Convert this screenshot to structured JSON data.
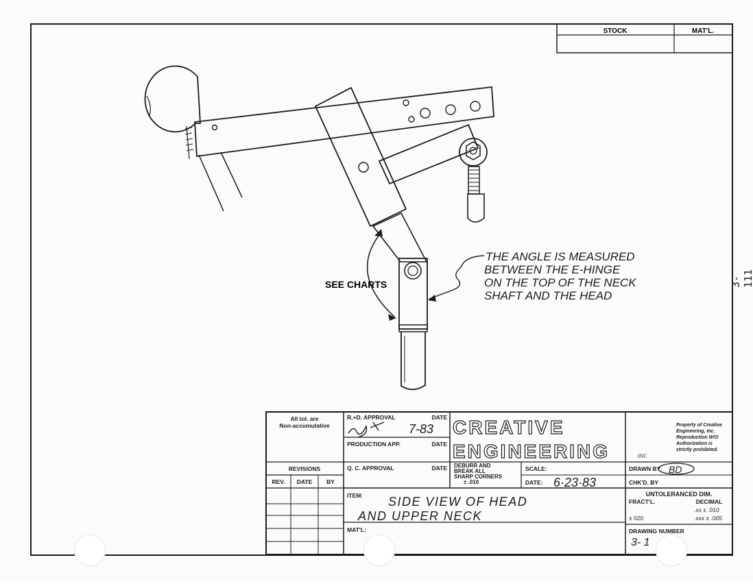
{
  "colors": {
    "paper": "#fbfbf9",
    "ink": "#1b1b1b",
    "punch_hole": "#ffffff"
  },
  "title_block_top": {
    "stock_label": "STOCK",
    "material_label": "MAT'L."
  },
  "drawing": {
    "callout_left": "SEE CHARTS",
    "callout_right": [
      "THE ANGLE IS MEASURED",
      "BETWEEN THE E-HINGE",
      "ON THE TOP OF THE NECK",
      "SHAFT AND THE HEAD"
    ],
    "icons": [
      "head-ball-icon",
      "rod-end-bearing-icon",
      "hex-nut-icon"
    ]
  },
  "sheet_number": "3-111",
  "title_block": {
    "tolerance_note": [
      "All tol. are",
      "Non-accumulative"
    ],
    "revisions_label": "REVISIONS",
    "rev_col": "REV.",
    "date_col": "DATE",
    "by_col": "BY",
    "rd_approval_label": "R.+D. APPROVAL",
    "date_label": "DATE",
    "rd_approval_date": "7-83",
    "production_app_label": "PRODUCTION APP.",
    "qc_approval_label": "Q. C. APPROVAL",
    "company_line1": "CREATIVE",
    "company_line2": "ENGINEERING",
    "company_suffix": "INC",
    "property_note": [
      "Property of Creative",
      "Engineering, Inc.",
      "Reproduction W/O",
      "Authorization is",
      "strictly prohibited."
    ],
    "deburr_note": [
      "DEBURR AND",
      "BREAK ALL",
      "SHARP CORNERS",
      "±    .010"
    ],
    "scale_label": "SCALE:",
    "date_field_label": "DATE:",
    "date_value": "6·23·83",
    "drawn_by_label": "DRAWN BY",
    "drawn_by_value": "BD",
    "checked_by_label": "CHK'D. BY",
    "item_label": "ITEM:",
    "item_line1": "SIDE VIEW OF HEAD",
    "item_line2": "AND UPPER NECK",
    "material_label": "MAT'L:",
    "untoleranced_label": "UNTOLERANCED DIM.",
    "fract_label": "FRACT'L.",
    "decimal_label": "DECIMAL",
    "tol_xx": ".xx  ±      .010",
    "tol_xxx": ".xxx ±      .005",
    "fract_tol": "± 020",
    "drawing_number_label": "DRAWING NUMBER",
    "drawing_number_value": "3- 1"
  }
}
